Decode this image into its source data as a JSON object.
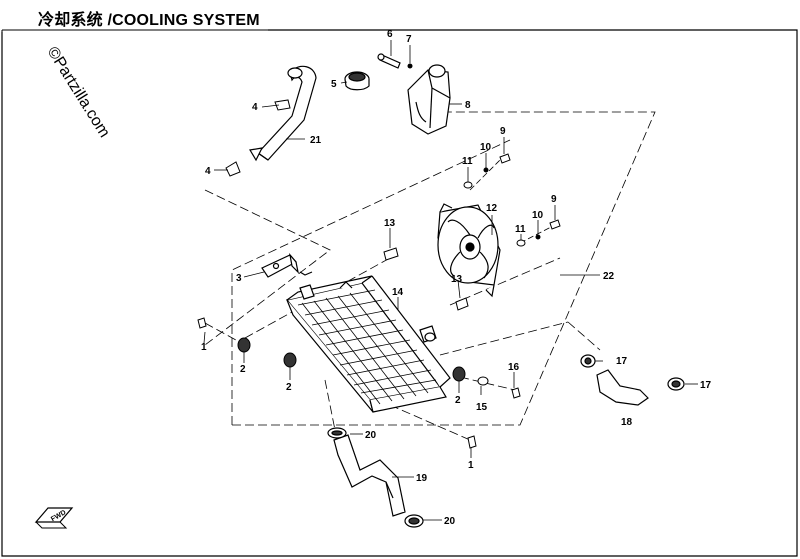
{
  "title": "冷却系统 /COOLING SYSTEM",
  "watermark": "©Partzilla.com",
  "fwd_label": "FWD",
  "callouts": [
    {
      "id": "c1a",
      "text": "1"
    },
    {
      "id": "c1b",
      "text": "1"
    },
    {
      "id": "c2a",
      "text": "2"
    },
    {
      "id": "c2b",
      "text": "2"
    },
    {
      "id": "c2c",
      "text": "2"
    },
    {
      "id": "c3",
      "text": "3"
    },
    {
      "id": "c4a",
      "text": "4"
    },
    {
      "id": "c4b",
      "text": "4"
    },
    {
      "id": "c5",
      "text": "5"
    },
    {
      "id": "c6",
      "text": "6"
    },
    {
      "id": "c7",
      "text": "7"
    },
    {
      "id": "c8",
      "text": "8"
    },
    {
      "id": "c9a",
      "text": "9"
    },
    {
      "id": "c9b",
      "text": "9"
    },
    {
      "id": "c10a",
      "text": "10"
    },
    {
      "id": "c10b",
      "text": "10"
    },
    {
      "id": "c11a",
      "text": "11"
    },
    {
      "id": "c11b",
      "text": "11"
    },
    {
      "id": "c12",
      "text": "12"
    },
    {
      "id": "c13a",
      "text": "13"
    },
    {
      "id": "c13b",
      "text": "13"
    },
    {
      "id": "c14",
      "text": "14"
    },
    {
      "id": "c15",
      "text": "15"
    },
    {
      "id": "c16",
      "text": "16"
    },
    {
      "id": "c17a",
      "text": "17"
    },
    {
      "id": "c17b",
      "text": "17"
    },
    {
      "id": "c18",
      "text": "18"
    },
    {
      "id": "c19",
      "text": "19"
    },
    {
      "id": "c20a",
      "text": "20"
    },
    {
      "id": "c20b",
      "text": "20"
    },
    {
      "id": "c21",
      "text": "21"
    },
    {
      "id": "c22",
      "text": "22"
    }
  ]
}
